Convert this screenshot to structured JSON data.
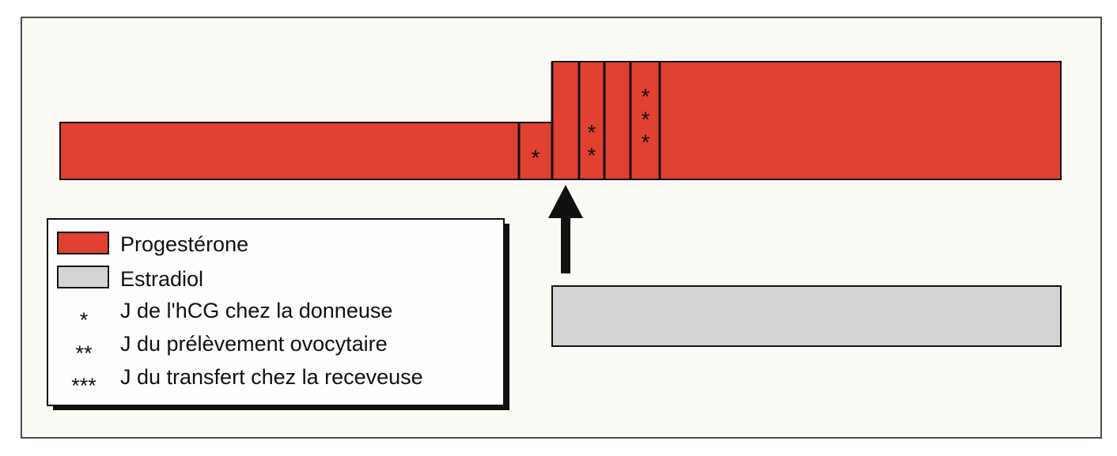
{
  "colors": {
    "progesterone": "#e0402f",
    "estradiol": "#d4d4d4",
    "panel": "#fbfaf4",
    "line": "#111111"
  },
  "markers": {
    "hcg": "*",
    "retrieval": "**",
    "transfer": "***"
  },
  "legend": {
    "progesterone_label": "Progestérone",
    "estradiol_label": "Estradiol",
    "items": [
      {
        "symbol": "*",
        "label": "J de l'hCG chez la donneuse"
      },
      {
        "symbol": "**",
        "label": "J du prélèvement ovocytaire"
      },
      {
        "symbol": "***",
        "label": "J du transfert chez la receveuse"
      }
    ]
  },
  "icons": {
    "arrow": "up-arrow-icon"
  }
}
